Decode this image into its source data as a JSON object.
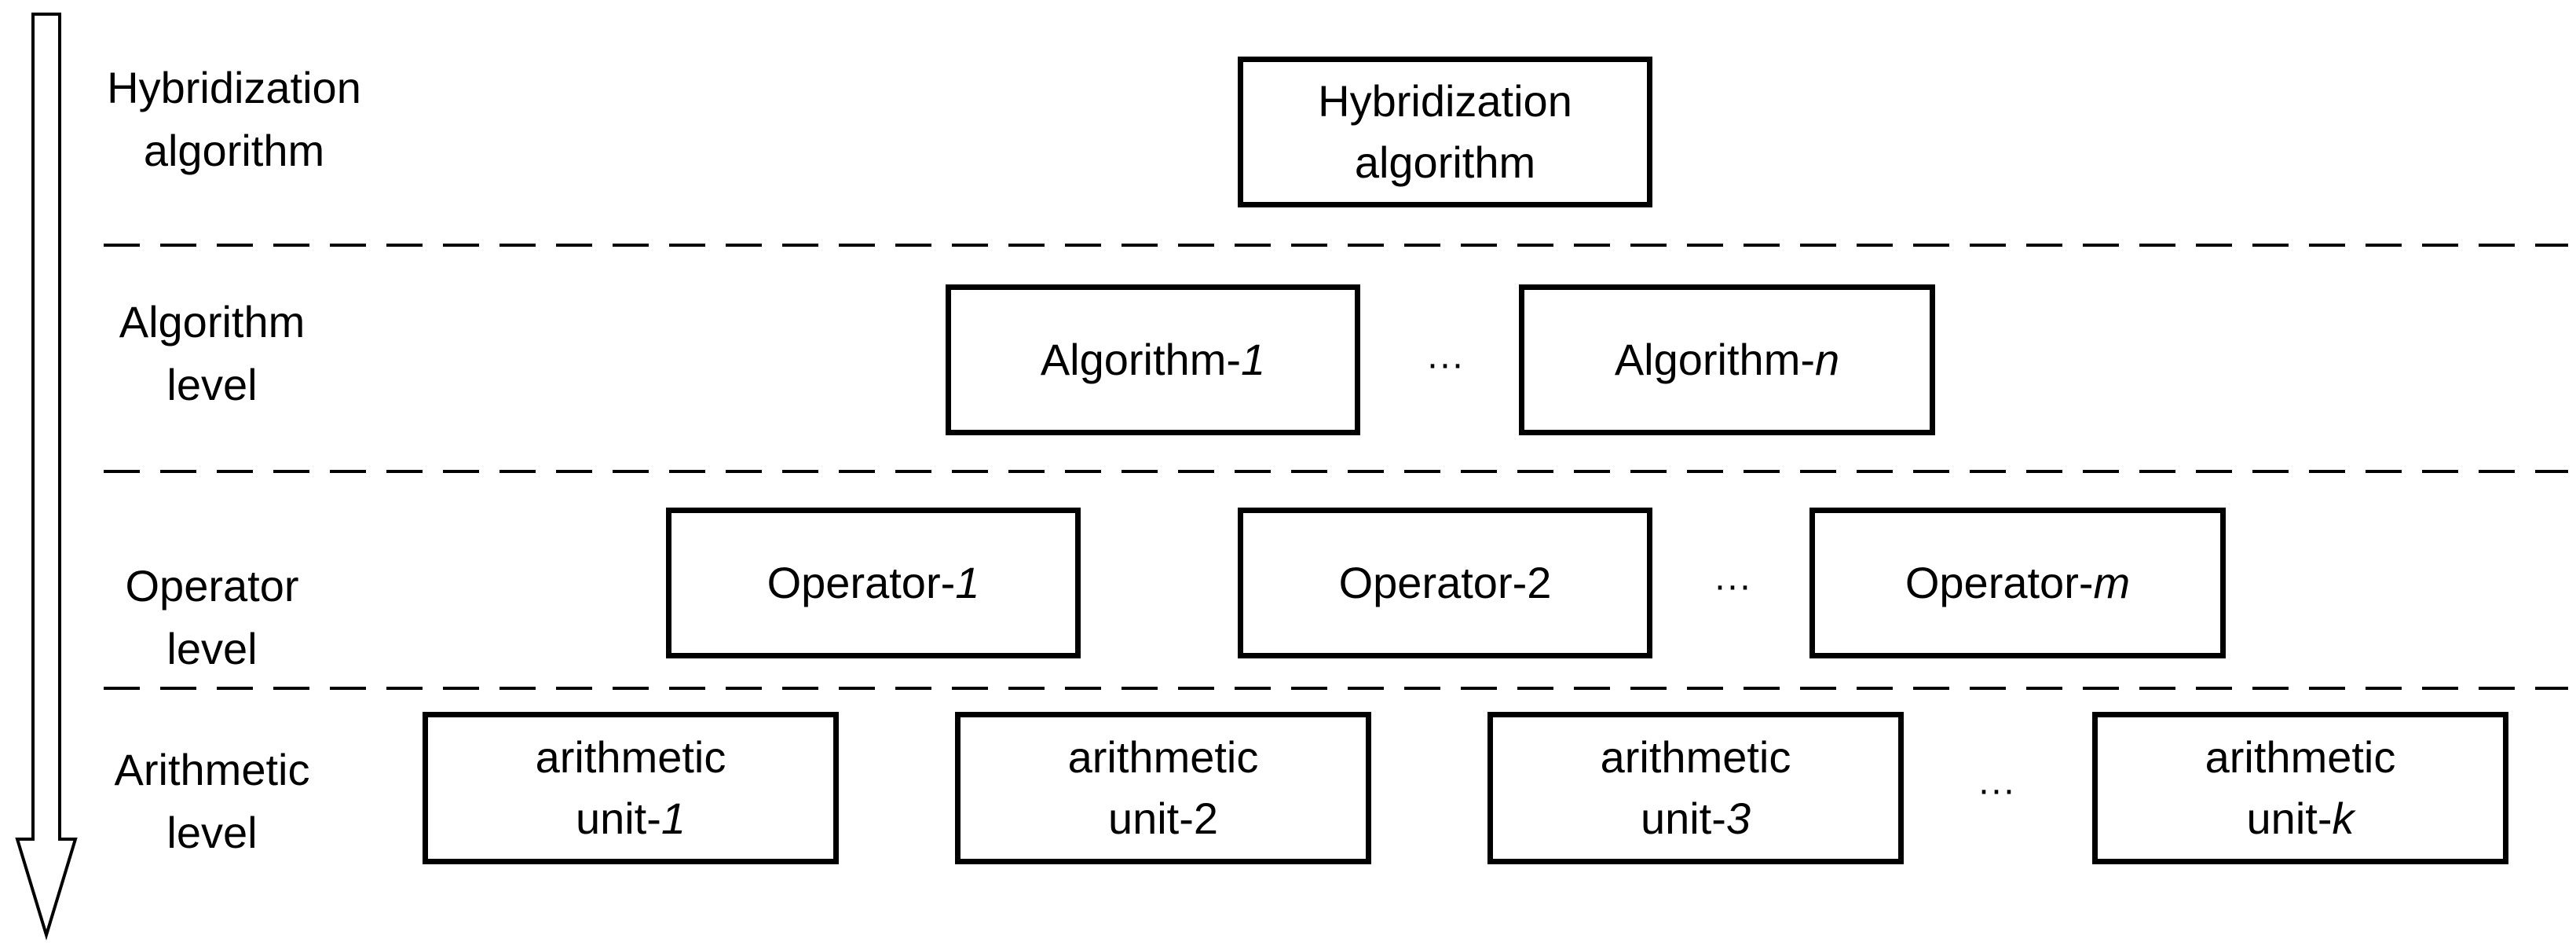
{
  "levels": [
    {
      "line1": "Hybridization",
      "line2": "algorithm"
    },
    {
      "line1": "Algorithm",
      "line2": "level"
    },
    {
      "line1": "Operator",
      "line2": "level"
    },
    {
      "line1": "Arithmetic",
      "line2": "level"
    }
  ],
  "hybrid_box": {
    "line1": "Hybridization",
    "line2": "algorithm"
  },
  "algorithm_boxes": [
    {
      "prefix": "Algorithm-",
      "suffix": "1"
    },
    {
      "prefix": "Algorithm-",
      "suffix": "n"
    }
  ],
  "operator_boxes": [
    {
      "prefix": "Operator-",
      "suffix": "1"
    },
    {
      "prefix": "Operator-2",
      "suffix": ""
    },
    {
      "prefix": "Operator-",
      "suffix": "m"
    }
  ],
  "arithmetic_boxes": [
    {
      "line1": "arithmetic",
      "prefix": "unit-",
      "suffix": "1"
    },
    {
      "line1": "arithmetic",
      "prefix": "unit-2",
      "suffix": ""
    },
    {
      "line1": "arithmetic",
      "prefix": "unit-",
      "suffix": "3"
    },
    {
      "line1": "arithmetic",
      "prefix": "unit-",
      "suffix": "k"
    }
  ],
  "ellipsis": "···"
}
